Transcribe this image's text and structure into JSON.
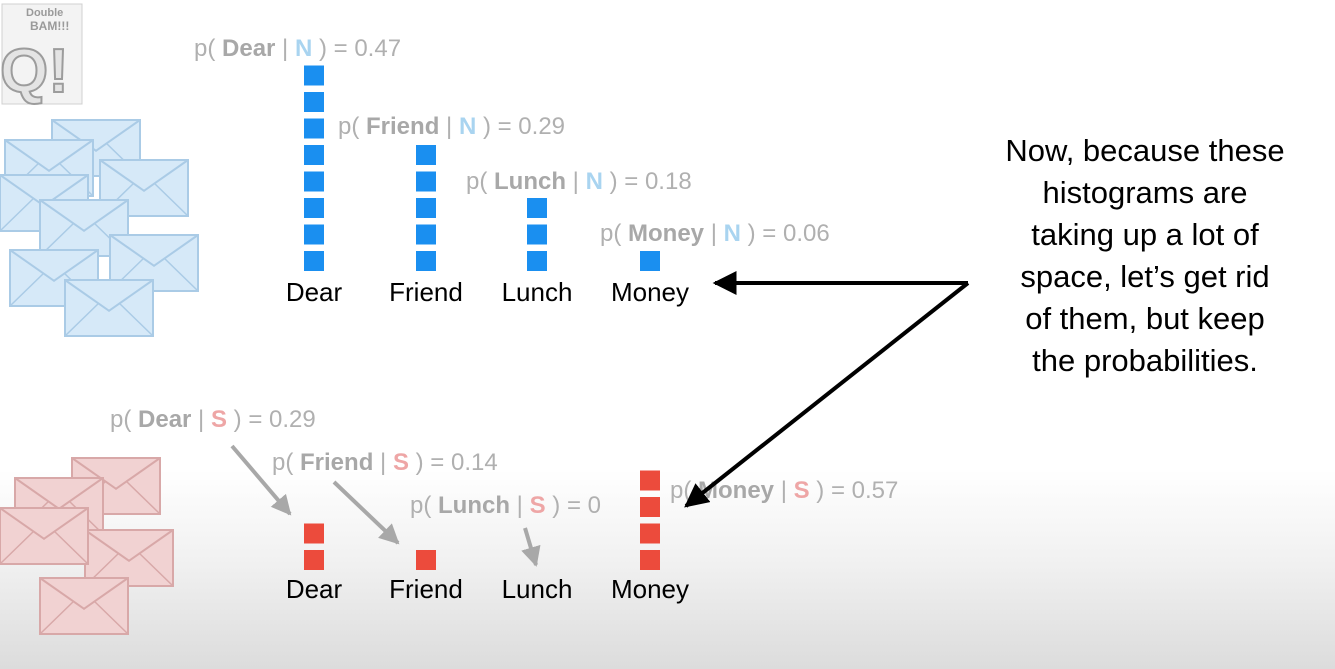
{
  "logo": {
    "top_text": "Double",
    "mid_text": "BAM!!!",
    "big_text": "Q!"
  },
  "note_lines": [
    "Now, because these",
    "histograms are",
    "taking up a lot of",
    "space, let’s get rid",
    "of them, but keep",
    "the probabilities."
  ],
  "colors": {
    "normal_bar": "#1a8ff0",
    "spam_bar": "#ec4b3c",
    "normal_envelope": "#d6e9f8",
    "spam_envelope": "#f1d2d2",
    "prob_text": "#b0b0b0",
    "normal_class": "#a9d4f0",
    "spam_class": "#eea6a6"
  },
  "chart_data": [
    {
      "type": "bar",
      "name_note": "",
      "categories": [
        "Dear",
        "Friend",
        "Lunch",
        "Money"
      ],
      "values": [
        8,
        5,
        3,
        1
      ],
      "class_label": "N",
      "probabilities": [
        {
          "word": "Dear",
          "class": "N",
          "value": "0.47"
        },
        {
          "word": "Friend",
          "class": "N",
          "value": "0.29"
        },
        {
          "word": "Lunch",
          "class": "N",
          "value": "0.18"
        },
        {
          "word": "Money",
          "class": "N",
          "value": "0.06"
        }
      ]
    },
    {
      "type": "bar",
      "categories": [
        "Dear",
        "Friend",
        "Lunch",
        "Money"
      ],
      "values": [
        2,
        1,
        0,
        4
      ],
      "class_label": "S",
      "probabilities": [
        {
          "word": "Dear",
          "class": "S",
          "value": "0.29"
        },
        {
          "word": "Friend",
          "class": "S",
          "value": "0.14"
        },
        {
          "word": "Lunch",
          "class": "S",
          "value": "0"
        },
        {
          "word": "Money",
          "class": "S",
          "value": "0.57"
        }
      ]
    }
  ]
}
